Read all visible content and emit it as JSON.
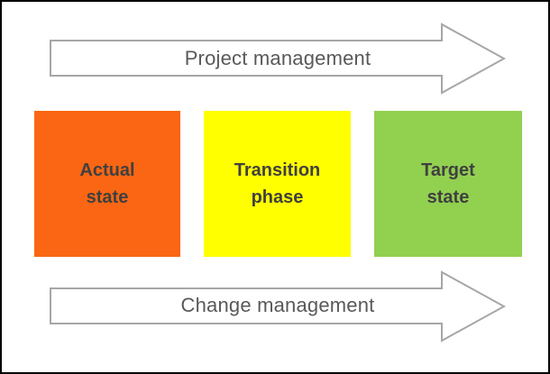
{
  "diagram": {
    "top_arrow": {
      "label": "Project management",
      "fill": "#FFFFFF",
      "stroke": "#A6A6A6"
    },
    "bottom_arrow": {
      "label": "Change management",
      "fill": "#FFFFFF",
      "stroke": "#A6A6A6"
    },
    "boxes": [
      {
        "id": "actual-state",
        "line1": "Actual",
        "line2": "state",
        "color": "#FA6613"
      },
      {
        "id": "transition-phase",
        "line1": "Transition",
        "line2": "phase",
        "color": "#FFFF00"
      },
      {
        "id": "target-state",
        "line1": "Target",
        "line2": "state",
        "color": "#92D050"
      }
    ],
    "colors": {
      "box_text": "#404040",
      "arrow_text": "#595959",
      "arrow_outline": "#A6A6A6",
      "frame_border": "#000000",
      "background": "#FFFFFF"
    }
  }
}
